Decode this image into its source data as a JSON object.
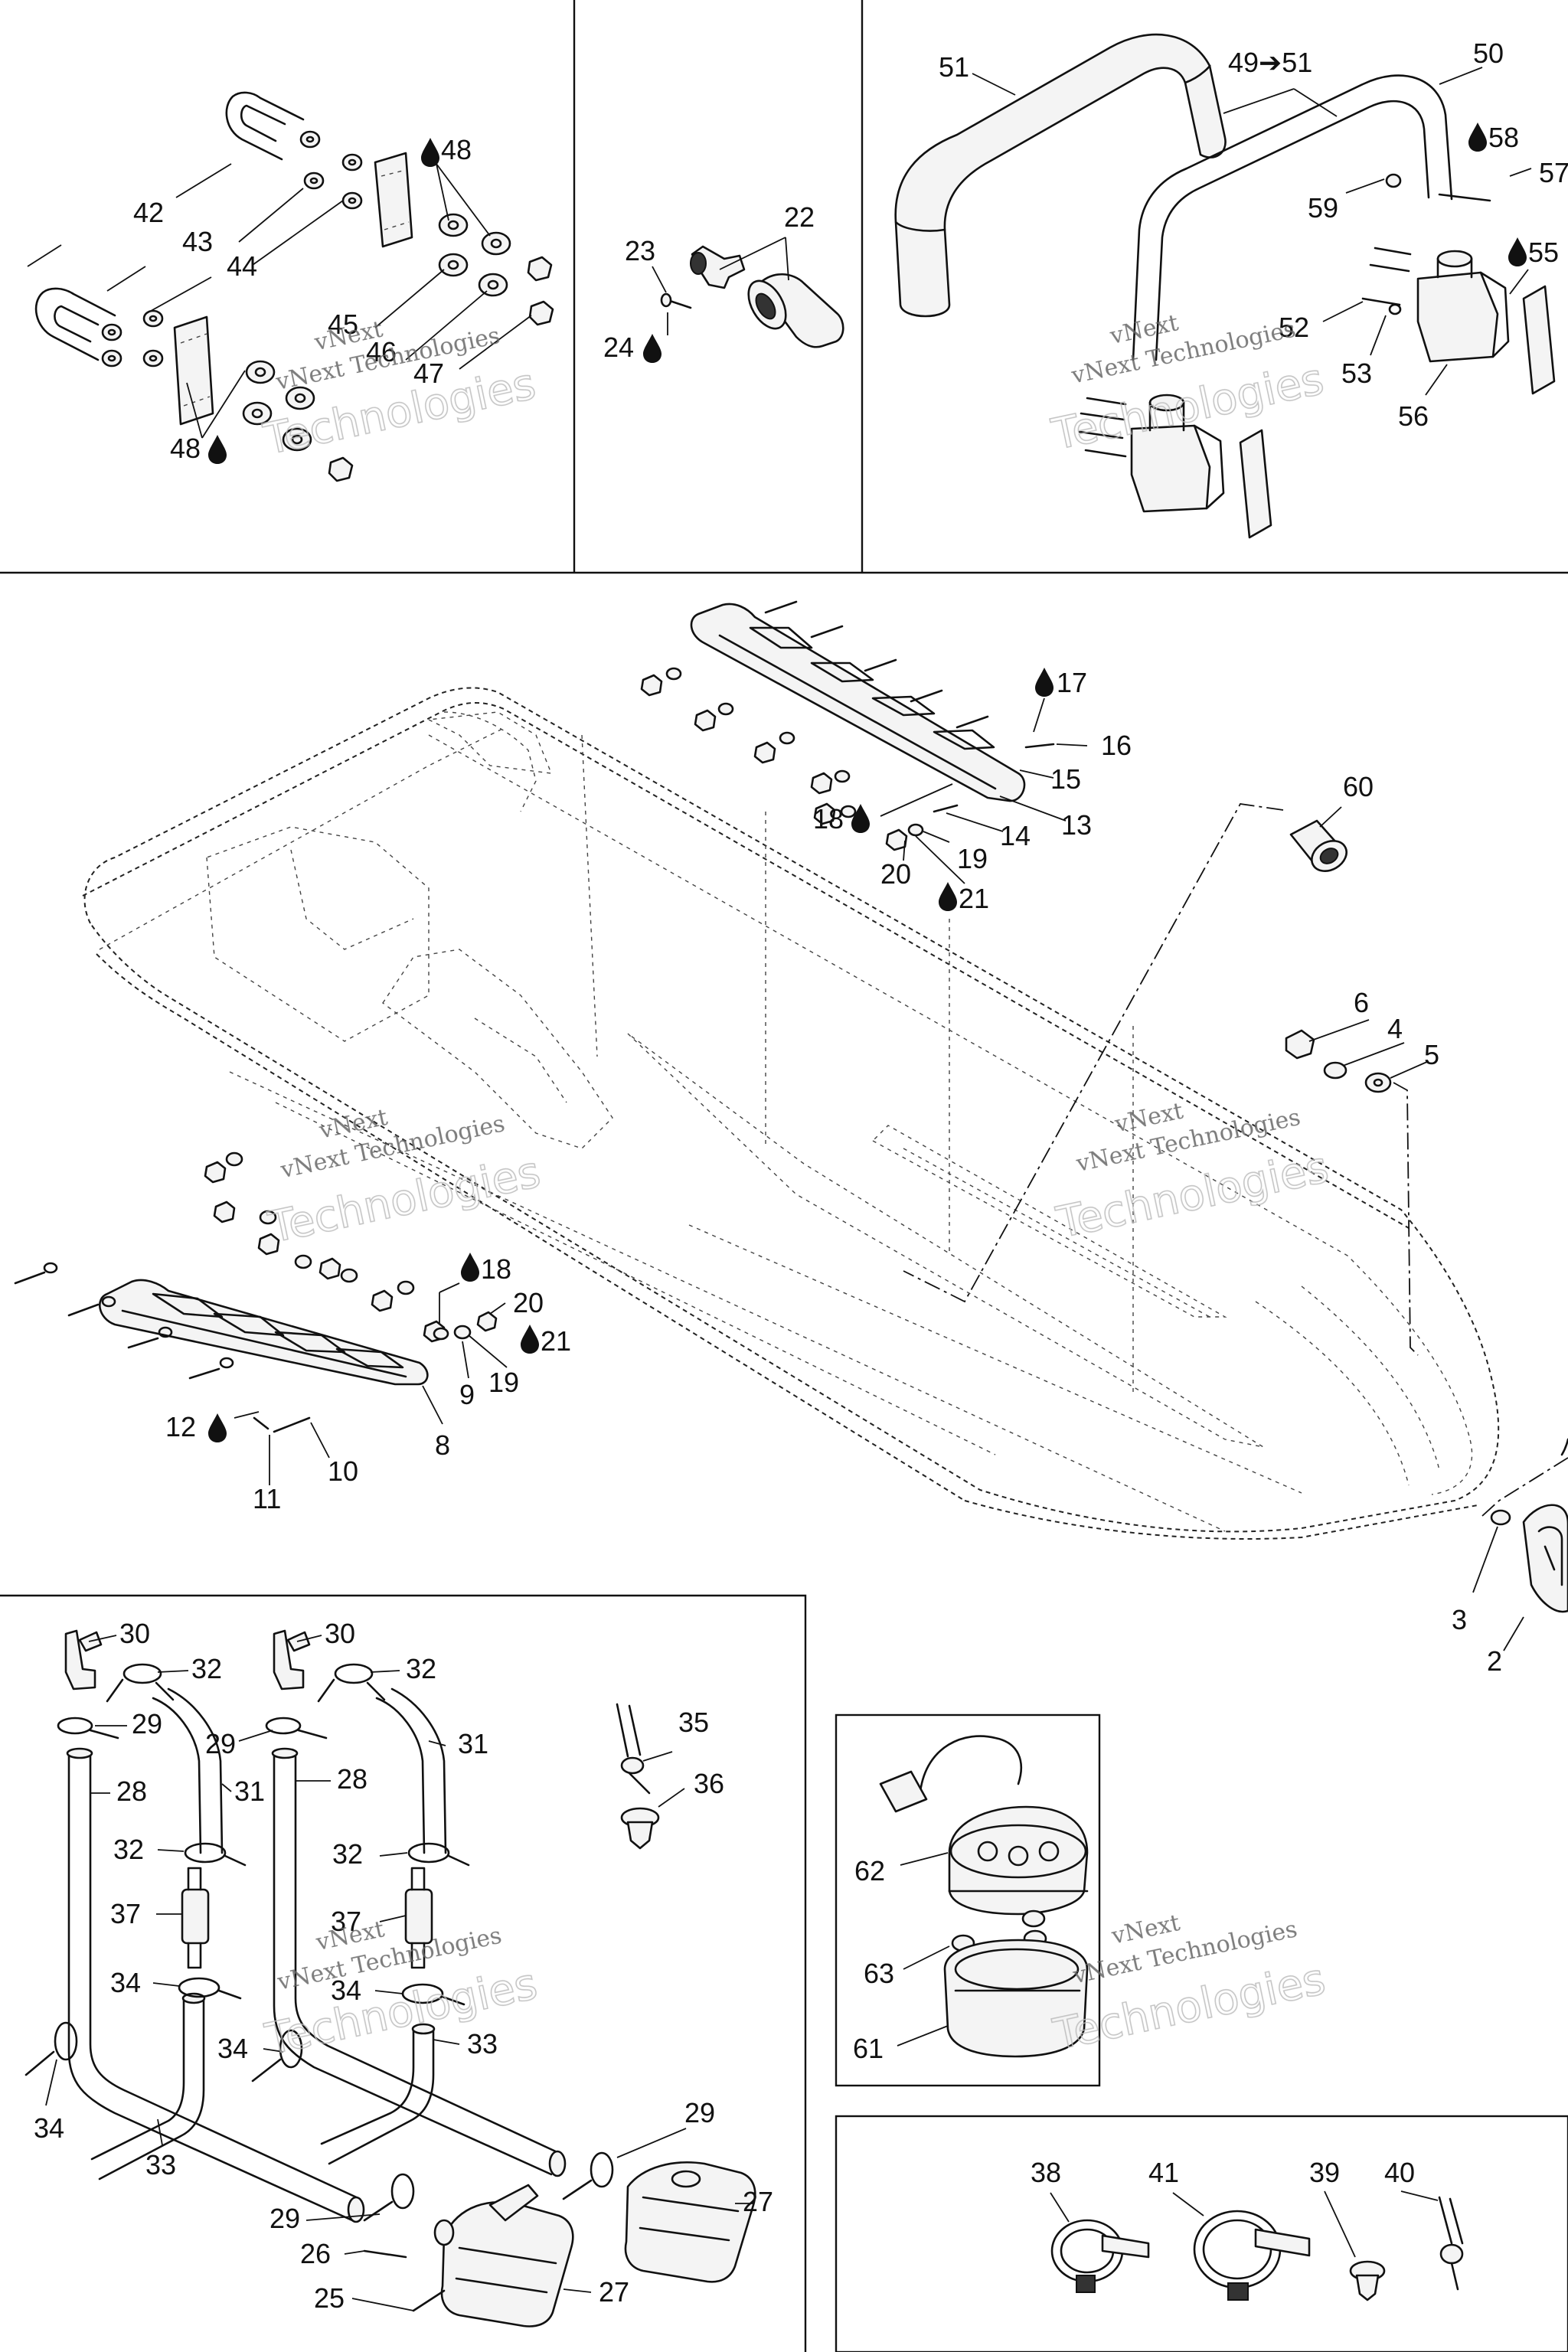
{
  "watermark": {
    "line1": "vNext",
    "line2": "vNext Technologies",
    "line3": "Technologies"
  },
  "labels": {
    "p42": "42",
    "p43": "43",
    "p44": "44",
    "p45": "45",
    "p46": "46",
    "p47": "47",
    "p48a": "48",
    "p48b": "48",
    "p22": "22",
    "p23": "23",
    "p24": "24",
    "p51": "51",
    "p49": "49➔51",
    "p50": "50",
    "p58": "58",
    "p57": "57",
    "p59": "59",
    "p55": "55",
    "p52": "52",
    "p53": "53",
    "p56": "56",
    "p17": "17",
    "p16": "16",
    "p15": "15",
    "p13": "13",
    "p14": "14",
    "p18a": "18",
    "p19a": "19",
    "p20a": "20",
    "p21a": "21",
    "p60": "60",
    "p6": "6",
    "p4": "4",
    "p5": "5",
    "p18b": "18",
    "p20b": "20",
    "p21b": "21",
    "p9": "9",
    "p19b": "19",
    "p8": "8",
    "p12": "12",
    "p10": "10",
    "p11": "11",
    "p3": "3",
    "p2": "2",
    "p30a": "30",
    "p30b": "30",
    "p32a": "32",
    "p32b": "32",
    "p32c": "32",
    "p32d": "32",
    "p29a": "29",
    "p29b": "29",
    "p29c": "29",
    "p29d": "29",
    "p31a": "31",
    "p31b": "31",
    "p28a": "28",
    "p28b": "28",
    "p37a": "37",
    "p37b": "37",
    "p34a": "34",
    "p34b": "34",
    "p34c": "34",
    "p34d": "34",
    "p33a": "33",
    "p33b": "33",
    "p27a": "27",
    "p27b": "27",
    "p26": "26",
    "p25": "25",
    "p35": "35",
    "p36": "36",
    "p62": "62",
    "p63": "63",
    "p61": "61",
    "p38": "38",
    "p41": "41",
    "p39": "39",
    "p40": "40"
  },
  "icons": [
    "oil-drop-icon"
  ]
}
